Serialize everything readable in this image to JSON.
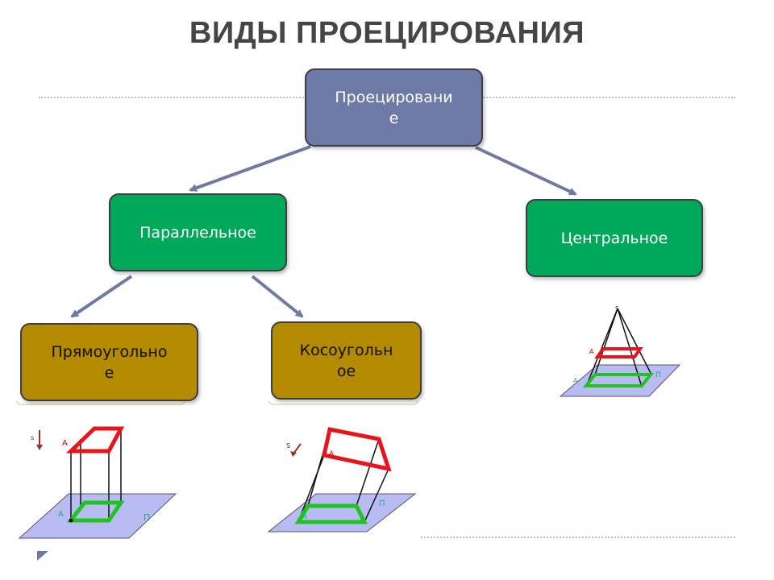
{
  "slide": {
    "title": "ВИДЫ ПРОЕЦИРОВАНИЯ"
  },
  "nodes": {
    "root": {
      "line1": "Проецировани",
      "line2": "е"
    },
    "parallel": {
      "label": "Параллельное"
    },
    "central": {
      "label": "Центральное"
    },
    "rectangular": {
      "line1": "Прямоугольно",
      "line2": "е"
    },
    "oblique": {
      "line1": "Косоугольн",
      "line2": "ое"
    }
  },
  "figures": {
    "central": {
      "s": "S",
      "a": "A",
      "a1": "A",
      "plane": "П"
    },
    "rectangular": {
      "s": "s",
      "a": "A",
      "a1": "A",
      "plane": "П"
    },
    "oblique": {
      "s": "S",
      "a": "A",
      "a1": "A",
      "plane": "П"
    }
  },
  "colors": {
    "root_fill": "#6e7aa6",
    "green_fill": "#00a859",
    "gold_fill": "#b38a00",
    "arrow": "#6f7aa3",
    "plane_fill": "#b8bcf2",
    "red_square": "#e8131c",
    "green_square": "#1fc41f"
  }
}
